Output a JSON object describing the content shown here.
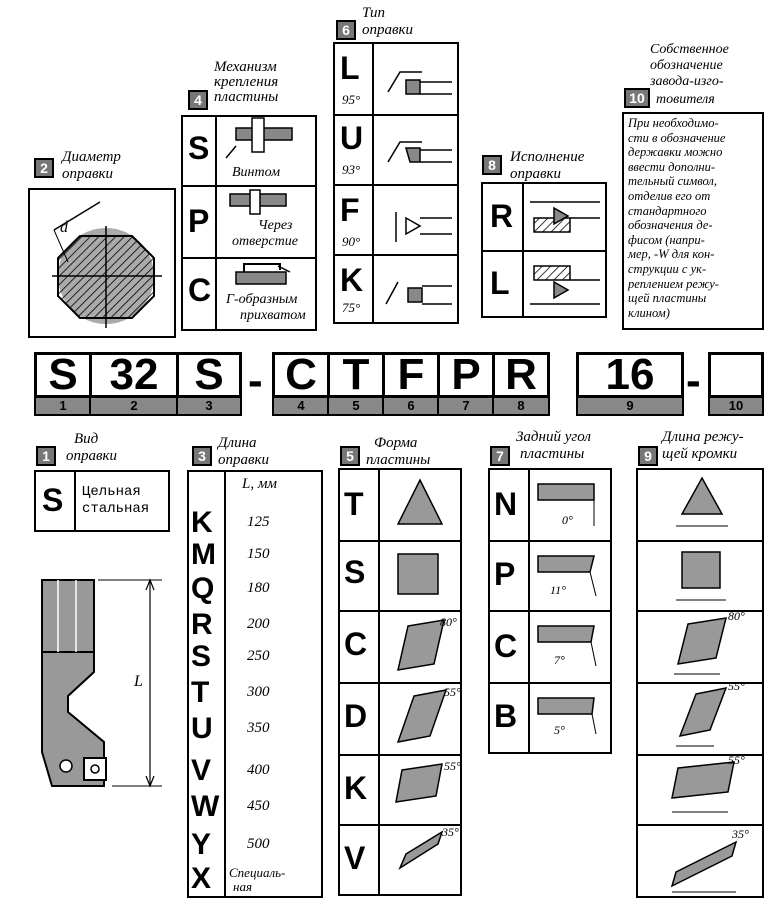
{
  "sections": {
    "s1": {
      "num": "1",
      "title_line1": "Вид",
      "title_line2": "оправки",
      "code": "S",
      "desc_line1": "Цельная",
      "desc_line2": "стальная",
      "dim_label": "L"
    },
    "s2": {
      "num": "2",
      "title_line1": "Диаметр",
      "title_line2": "оправки",
      "dim_label": "d"
    },
    "s3": {
      "num": "3",
      "title_line1": "Длина",
      "title_line2": "оправки",
      "header": "L, мм",
      "rows": [
        {
          "code": "K",
          "value": "125"
        },
        {
          "code": "M",
          "value": "150"
        },
        {
          "code": "Q",
          "value": "180"
        },
        {
          "code": "R",
          "value": "200"
        },
        {
          "code": "S",
          "value": "250"
        },
        {
          "code": "T",
          "value": "300"
        },
        {
          "code": "U",
          "value": "350"
        },
        {
          "code": "V",
          "value": "400"
        },
        {
          "code": "W",
          "value": "450"
        },
        {
          "code": "Y",
          "value": "500"
        },
        {
          "code": "X",
          "value": "Специаль-",
          "value2": "ная"
        }
      ]
    },
    "s4": {
      "num": "4",
      "title_line1": "Механизм",
      "title_line2": "крепления",
      "title_line3": "пластины",
      "rows": [
        {
          "code": "S",
          "desc_line1": "Винтом",
          "desc_line2": ""
        },
        {
          "code": "P",
          "desc_line1": "Через",
          "desc_line2": "отверстие"
        },
        {
          "code": "C",
          "desc_line1": "Г-образным",
          "desc_line2": "прихватом"
        }
      ]
    },
    "s5": {
      "num": "5",
      "title_line1": "Форма",
      "title_line2": "пластины",
      "rows": [
        {
          "code": "T",
          "angle": ""
        },
        {
          "code": "S",
          "angle": ""
        },
        {
          "code": "C",
          "angle": "80°"
        },
        {
          "code": "D",
          "angle": "55°"
        },
        {
          "code": "K",
          "angle": "55°"
        },
        {
          "code": "V",
          "angle": "35°"
        }
      ]
    },
    "s6": {
      "num": "6",
      "title_line1": "Тип",
      "title_line2": "оправки",
      "rows": [
        {
          "code": "L",
          "angle": "95°"
        },
        {
          "code": "U",
          "angle": "93°"
        },
        {
          "code": "F",
          "angle": "90°"
        },
        {
          "code": "K",
          "angle": "75°"
        }
      ]
    },
    "s7": {
      "num": "7",
      "title_line1": "Задний угол",
      "title_line2": "пластины",
      "rows": [
        {
          "code": "N",
          "angle": "0°"
        },
        {
          "code": "P",
          "angle": "11°"
        },
        {
          "code": "C",
          "angle": "7°"
        },
        {
          "code": "B",
          "angle": "5°"
        }
      ]
    },
    "s8": {
      "num": "8",
      "title_line1": "Исполнение",
      "title_line2": "оправки",
      "rows": [
        {
          "code": "R"
        },
        {
          "code": "L"
        }
      ]
    },
    "s9": {
      "num": "9",
      "title_line1": "Длина режу-",
      "title_line2": "щей кромки",
      "angles": [
        "",
        "",
        "80°",
        "55°",
        "55°",
        "35°"
      ]
    },
    "s10": {
      "num": "10",
      "title_line1": "Собственное",
      "title_line2": "обозначение",
      "title_line3": "завода-изго-",
      "title_line4": "товителя",
      "note_lines": [
        "При необходимо-",
        "сти в обозначение",
        "державки можно",
        "ввести дополни-",
        "тельный символ,",
        "отделив его от",
        "стандартного",
        "обозначения де-",
        "фисом (напри-",
        "мер, -W для кон-",
        "струкции с ук-",
        "реплением режу-",
        "щей пластины",
        "клином)"
      ]
    }
  },
  "code_row": {
    "cells": [
      "S",
      "32",
      "S",
      "C",
      "T",
      "F",
      "P",
      "R",
      "16",
      ""
    ],
    "indices": [
      "1",
      "2",
      "3",
      "4",
      "5",
      "6",
      "7",
      "8",
      "9",
      "10"
    ],
    "dash": "-"
  }
}
